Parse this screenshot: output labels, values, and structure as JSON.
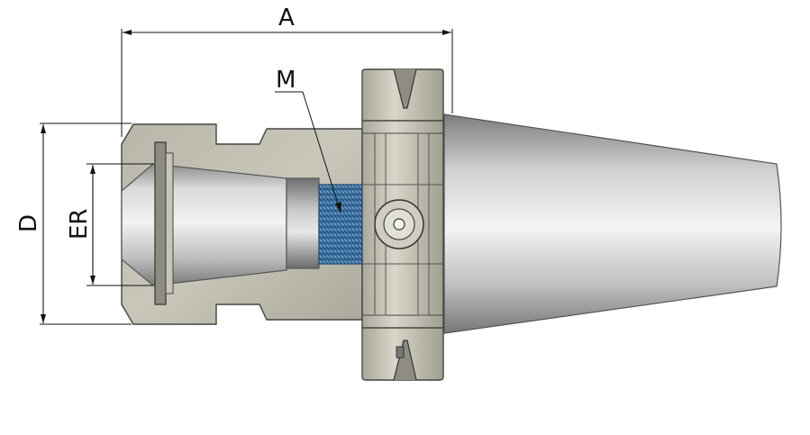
{
  "diagram": {
    "labels": {
      "overall_length": "A",
      "outer_diameter": "D",
      "collet_size": "ER",
      "thread": "M"
    }
  }
}
